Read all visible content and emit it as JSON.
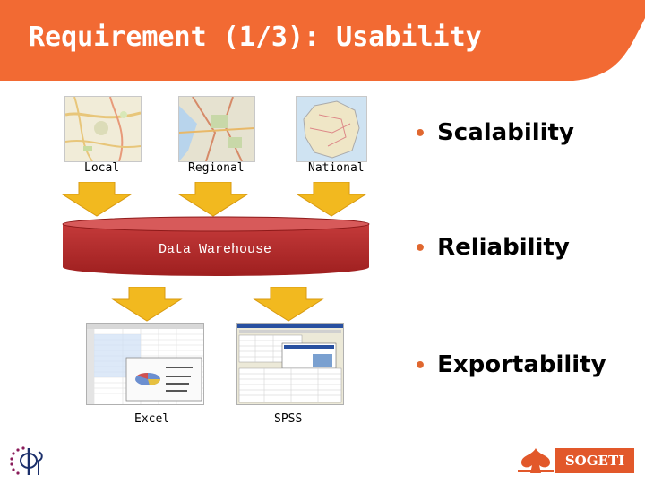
{
  "slide": {
    "title": "Requirement (1/3): Usability",
    "colors": {
      "accent": "#f26a33",
      "warehouse": "#b22a2a",
      "arrow": "#f2b91f"
    }
  },
  "maps": [
    {
      "label": "Local",
      "icon": "local-map-icon"
    },
    {
      "label": "Regional",
      "icon": "regional-map-icon"
    },
    {
      "label": "National",
      "icon": "national-map-icon"
    }
  ],
  "warehouse": {
    "label": "Data Warehouse"
  },
  "outputs": [
    {
      "label": "Excel",
      "icon": "excel-screenshot"
    },
    {
      "label": "SPSS",
      "icon": "spss-screenshot"
    }
  ],
  "bullets": [
    {
      "text": "Scalability"
    },
    {
      "text": "Reliability"
    },
    {
      "text": "Exportability"
    }
  ],
  "branding": {
    "sogeti": "SOGETI"
  }
}
